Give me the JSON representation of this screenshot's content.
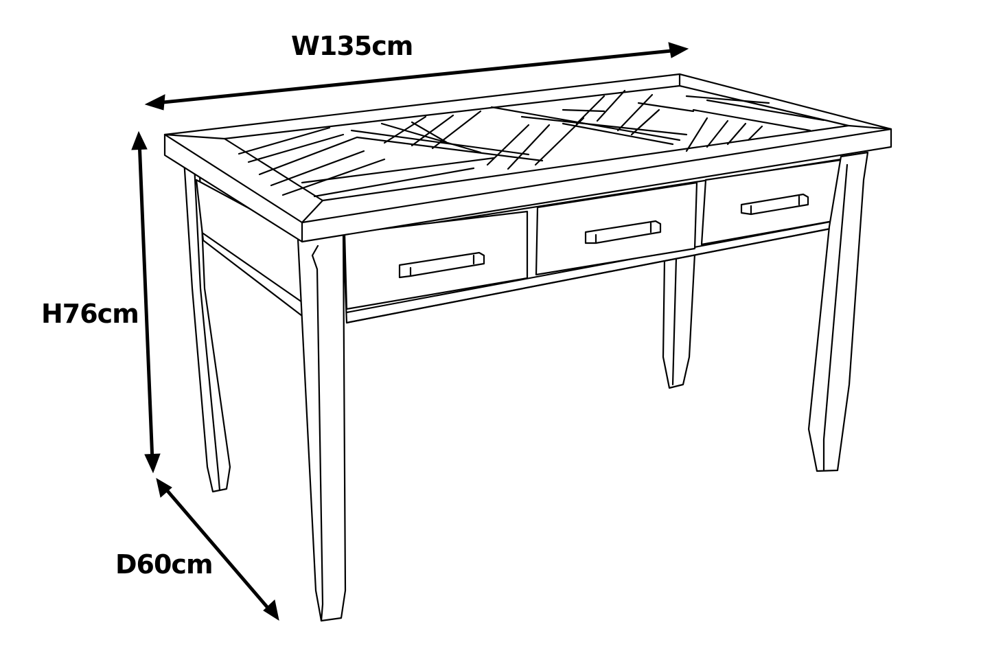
{
  "diagram": {
    "subject": "Desk with herringbone parquet top and three drawers",
    "line_color": "#000000",
    "background": "#ffffff",
    "dimensions": {
      "width": {
        "label": "W135cm",
        "value": 135,
        "unit": "cm"
      },
      "height": {
        "label": "H76cm",
        "value": 76,
        "unit": "cm"
      },
      "depth": {
        "label": "D60cm",
        "value": 60,
        "unit": "cm"
      }
    },
    "drawers": [
      {
        "name": "left-drawer",
        "handle": "bar-pull"
      },
      {
        "name": "center-drawer",
        "handle": "bar-pull"
      },
      {
        "name": "right-drawer",
        "handle": "bar-pull"
      }
    ],
    "legs": 4
  }
}
